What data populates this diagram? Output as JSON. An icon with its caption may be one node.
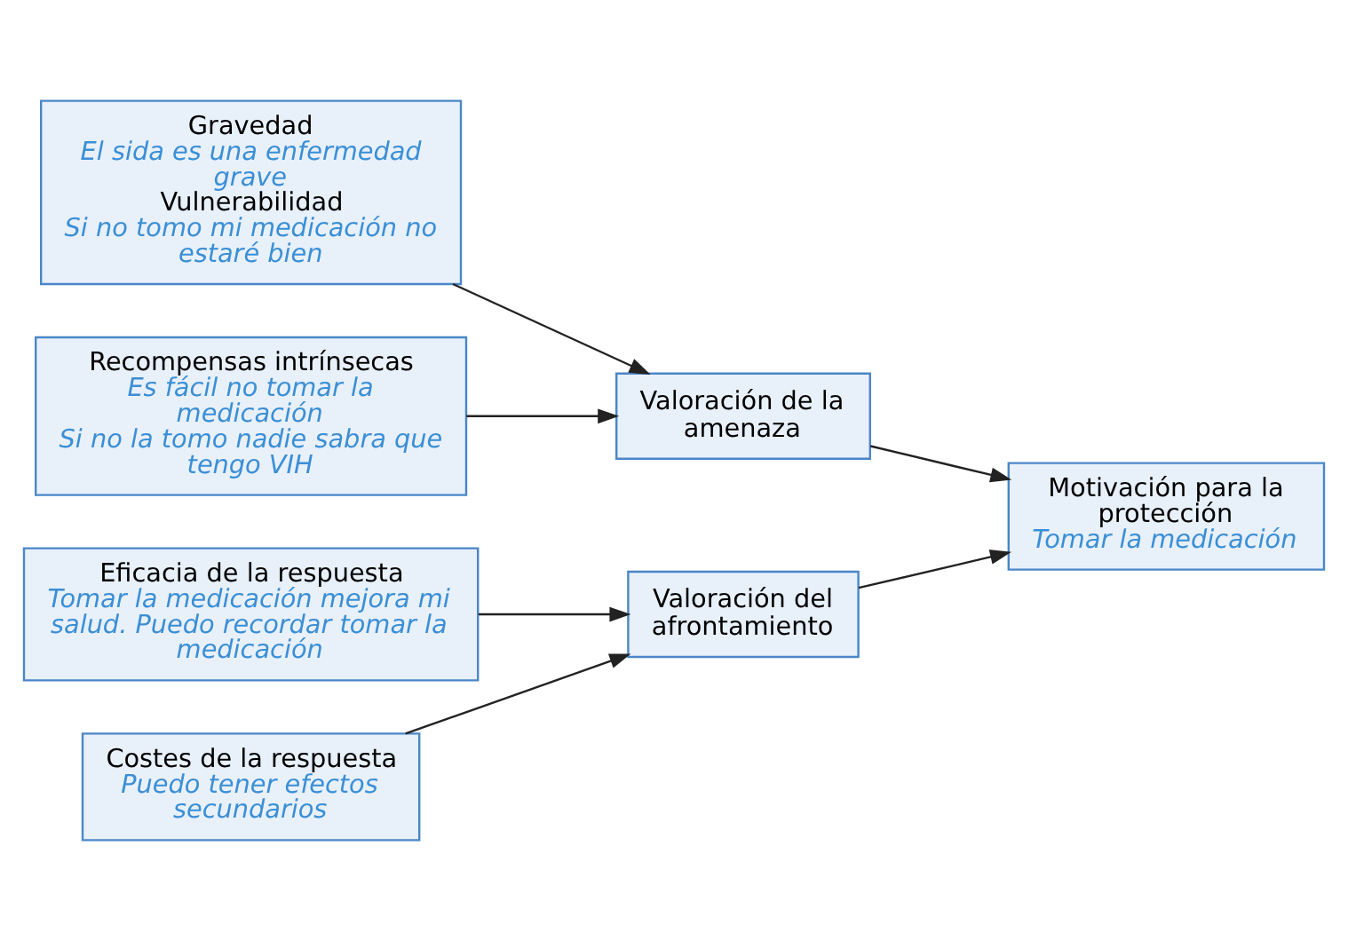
{
  "diagram": {
    "nodes": [
      {
        "text": [
          "Gravedad",
          "El sida es una enfermedad grave",
          "Vulnerabilidad",
          "Si no tomo mi medicación no estaré bien"
        ]
      },
      {
        "text": [
          "Recompensas intrínsecas",
          "Es fácil no tomar la medicación",
          "Si no la tomo nadie sabra que tengo VIH"
        ]
      },
      {
        "text": [
          "Eficacia de la respuesta",
          "Tomar la medicación mejora mi salud. Puedo recordar tomar la medicación"
        ]
      },
      {
        "text": [
          "Costes de la respuesta",
          "Puedo tener efectos secundarios"
        ]
      },
      {
        "text": [
          "Valoración de la amenaza"
        ]
      },
      {
        "text": [
          "Valoración del afrontamiento"
        ]
      },
      {
        "text": [
          "Motivación para la protección",
          "Tomar la medicación"
        ]
      }
    ],
    "edges": [
      {
        "from": 0,
        "to": 4,
        "arrow": "to"
      },
      {
        "from": 1,
        "to": 4,
        "arrow": "to"
      },
      {
        "from": 2,
        "to": 5,
        "arrow": "to"
      },
      {
        "from": 3,
        "to": 5,
        "arrow": "to"
      },
      {
        "from": 4,
        "to": 6,
        "arrow": "to"
      },
      {
        "from": 5,
        "to": 6,
        "arrow": "to"
      }
    ]
  }
}
